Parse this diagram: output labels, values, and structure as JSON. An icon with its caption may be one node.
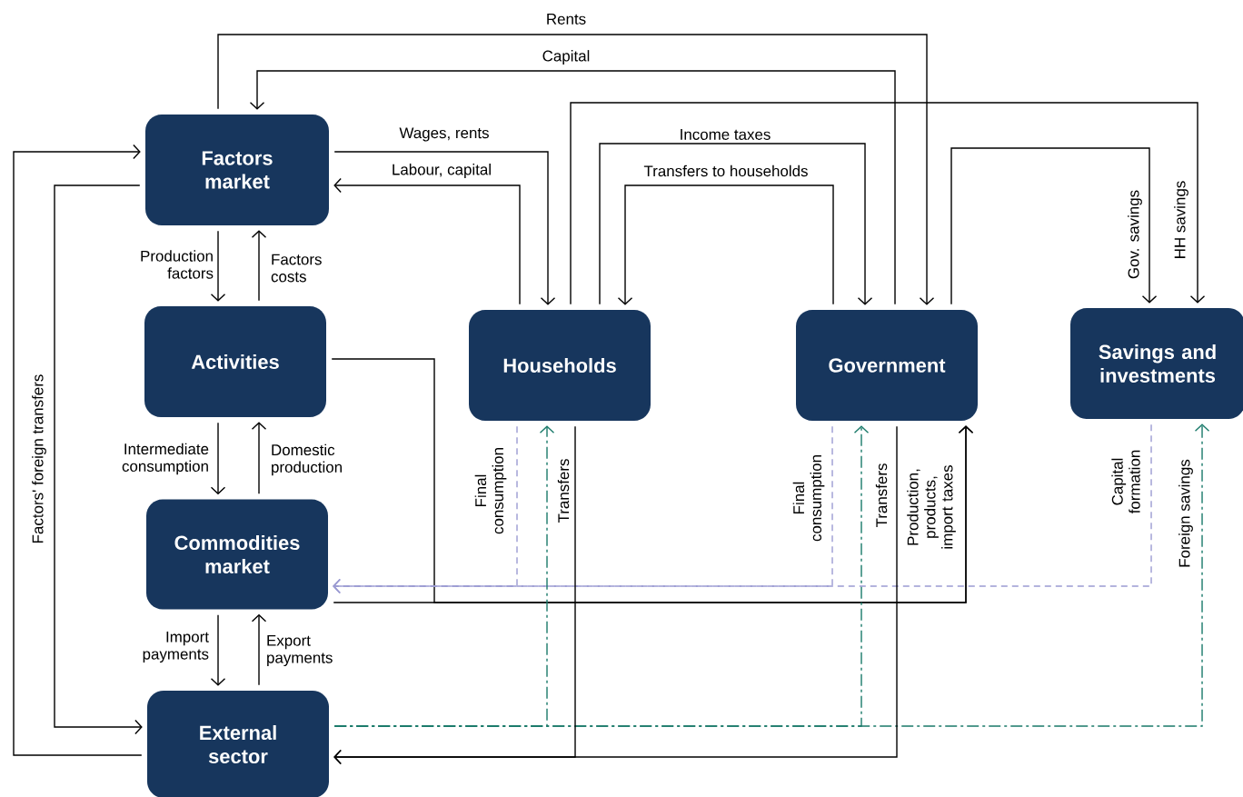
{
  "diagram": {
    "nodes": [
      {
        "text": [
          "Factors market"
        ]
      },
      {
        "text": [
          "Activities"
        ]
      },
      {
        "text": [
          "Households"
        ]
      },
      {
        "text": [
          "Government"
        ]
      },
      {
        "text": [
          "Savings and investments"
        ]
      },
      {
        "text": [
          "Commodities market"
        ]
      },
      {
        "text": [
          "External sector"
        ]
      }
    ],
    "edges": [
      {
        "from": 0,
        "to": 1,
        "arrow": "to",
        "label": "Production factors"
      },
      {
        "from": 1,
        "to": 0,
        "arrow": "to",
        "label": "Factors costs"
      },
      {
        "from": 1,
        "to": 5,
        "arrow": "to",
        "label": "Intermediate consumption"
      },
      {
        "from": 5,
        "to": 1,
        "arrow": "to",
        "label": "Domestic production"
      },
      {
        "from": 5,
        "to": 6,
        "arrow": "to",
        "label": "Import payments"
      },
      {
        "from": 6,
        "to": 5,
        "arrow": "to",
        "label": "Export payments"
      },
      {
        "from": 0,
        "to": 2,
        "arrow": "to",
        "label": "Wages, rents"
      },
      {
        "from": 2,
        "to": 0,
        "arrow": "to",
        "label": "Labour, capital"
      },
      {
        "from": 0,
        "to": 3,
        "arrow": "to",
        "label": "Rents"
      },
      {
        "from": 3,
        "to": 0,
        "arrow": "to",
        "label": "Capital"
      },
      {
        "from": 2,
        "to": 4,
        "arrow": "to",
        "label": "HH savings"
      },
      {
        "from": 2,
        "to": 3,
        "arrow": "to",
        "label": "Income taxes"
      },
      {
        "from": 3,
        "to": 2,
        "arrow": "to",
        "label": "Transfers to households"
      },
      {
        "from": 3,
        "to": 4,
        "arrow": "to",
        "label": "Gov. savings"
      },
      {
        "from": 6,
        "to": 0,
        "arrow": "to",
        "label": "Factors' foreign transfers"
      },
      {
        "from": 0,
        "to": 6,
        "arrow": "to"
      },
      {
        "from": 1,
        "to": 3,
        "arrow": "to"
      },
      {
        "from": 5,
        "to": 3,
        "arrow": "to",
        "label": "Production, products, import taxes"
      },
      {
        "from": 2,
        "to": 5,
        "arrow": "to",
        "label": "Final consumption",
        "style": "dashed",
        "color": "#9b9bd2"
      },
      {
        "from": 3,
        "to": 5,
        "arrow": "to",
        "label": "Final consumption",
        "style": "dashed",
        "color": "#9b9bd2"
      },
      {
        "from": 4,
        "to": 5,
        "arrow": "to",
        "label": "Capital formation",
        "style": "dashed",
        "color": "#9b9bd2"
      },
      {
        "from": 6,
        "to": 2,
        "arrow": "to",
        "style": "dashed",
        "color": "#1a7a6a"
      },
      {
        "from": 6,
        "to": 3,
        "arrow": "to",
        "style": "dashed",
        "color": "#1a7a6a"
      },
      {
        "from": 6,
        "to": 4,
        "arrow": "to",
        "label": "Foreign savings",
        "style": "dashed",
        "color": "#1a7a6a"
      },
      {
        "from": 2,
        "to": 6,
        "arrow": "to",
        "label": "Transfers"
      },
      {
        "from": 3,
        "to": 6,
        "arrow": "to",
        "label": "Transfers"
      }
    ]
  }
}
